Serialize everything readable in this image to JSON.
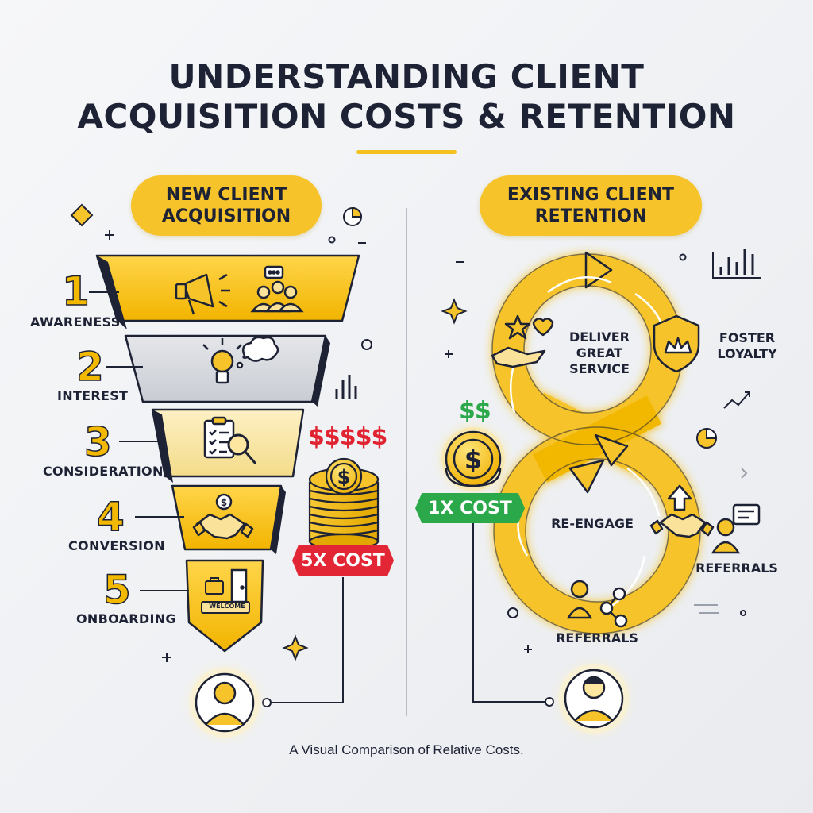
{
  "title": {
    "line1": "UNDERSTANDING CLIENT",
    "line2": "ACQUISITION COSTS & RETENTION"
  },
  "acquisition": {
    "heading_line1": "NEW CLIENT",
    "heading_line2": "ACQUISITION",
    "stages": [
      {
        "number": "1",
        "label": "AWARENESS",
        "icons": [
          "megaphone-icon",
          "audience-icon"
        ]
      },
      {
        "number": "2",
        "label": "INTEREST",
        "icons": [
          "lightbulb-icon",
          "thought-bubble-icon"
        ]
      },
      {
        "number": "3",
        "label": "CONSIDERATION",
        "icons": [
          "checklist-icon",
          "magnifier-icon"
        ]
      },
      {
        "number": "4",
        "label": "CONVERSION",
        "icons": [
          "handshake-icon",
          "coin-icon"
        ]
      },
      {
        "number": "5",
        "label": "ONBOARDING",
        "icons": [
          "briefcase-icon",
          "door-icon"
        ],
        "sign": "WELCOME"
      }
    ],
    "money": "$$$$$",
    "cost": "5X COST"
  },
  "retention": {
    "heading_line1": "EXISTING CLIENT",
    "heading_line2": "RETENTION",
    "loop_labels": {
      "deliver": [
        "DELIVER",
        "GREAT",
        "SERVICE"
      ],
      "foster": [
        "FOSTER",
        "LOYALTY"
      ],
      "reengage": "RE-ENGAGE",
      "referrals_right": "REFERRALS",
      "referrals_bottom": "REFERRALS"
    },
    "money": "$$",
    "cost": "1X COST"
  },
  "caption": "A Visual Comparison of Relative Costs.",
  "colors": {
    "accent": "#f6c42a",
    "dark": "#1e2235",
    "red": "#e32636",
    "green": "#2aa84a",
    "grey_funnel": "#c9ccd3"
  }
}
